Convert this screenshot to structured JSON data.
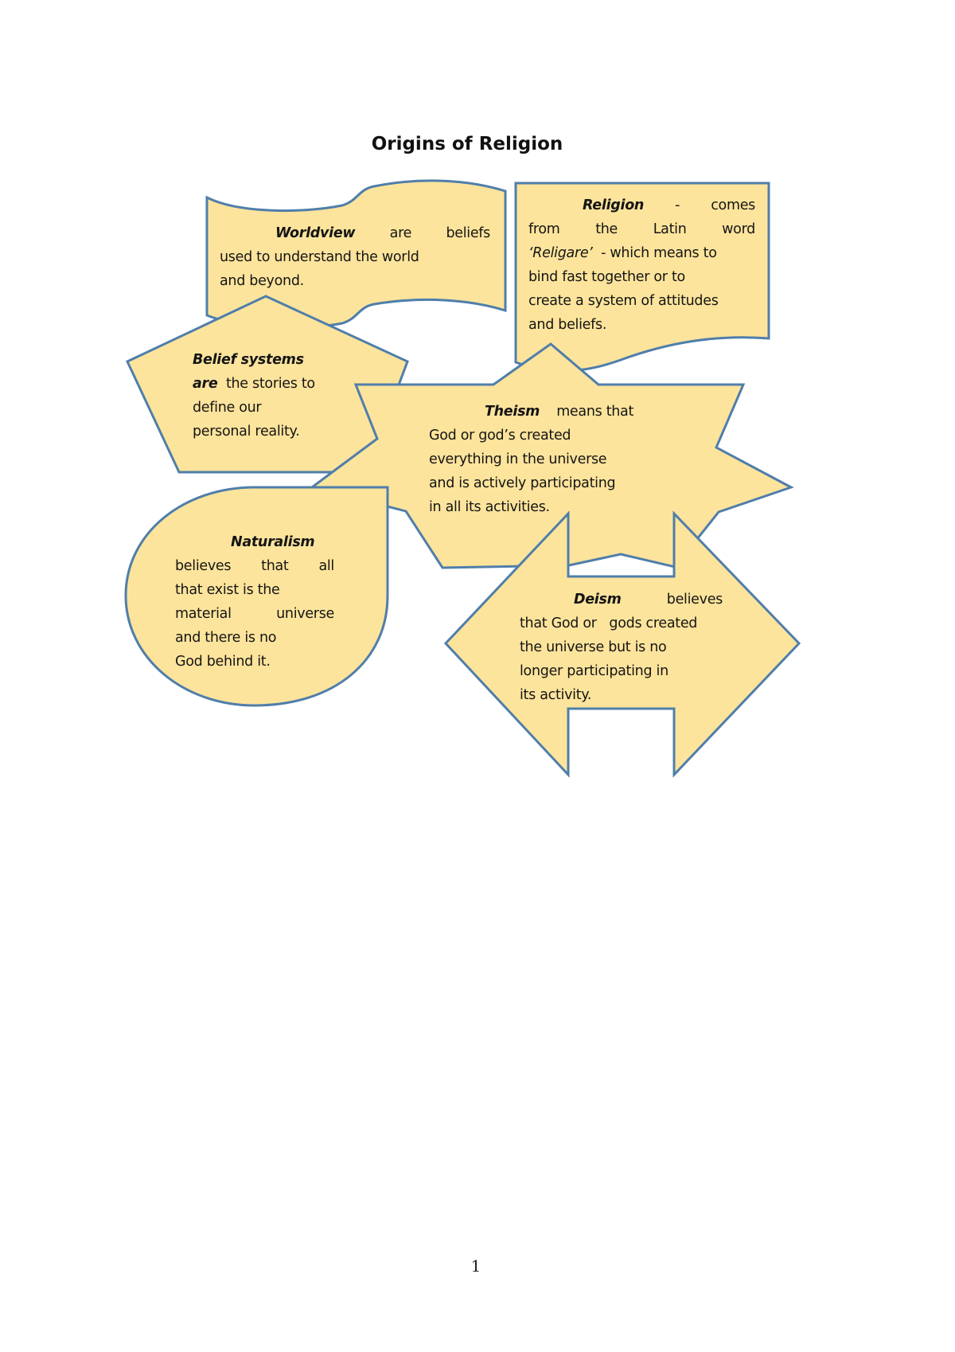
{
  "document": {
    "title": "Origins of Religion",
    "page_number": "1",
    "colors": {
      "shape_fill": "#fde49c",
      "shape_border": "#4f7eaa",
      "text": "#151515"
    }
  },
  "shapes": {
    "worldview": {
      "shape": "wave-banner",
      "keyword": "Worldview",
      "line1_rest_a": "are",
      "line1_rest_b": "beliefs",
      "line2": "used to understand the world",
      "line3": "and beyond."
    },
    "religion": {
      "shape": "document",
      "keyword": "Religion",
      "line1_dash": "-",
      "line1_rest": "comes",
      "line2": [
        "from",
        "the",
        "Latin",
        "word"
      ],
      "line3_italic": "‘Religare’",
      "line3_rest": "- which means to",
      "line4": "bind fast together or to",
      "line5": "create a system of attitudes",
      "line6": "and beliefs."
    },
    "belief_systems": {
      "shape": "pentagon",
      "keyword": "Belief systems",
      "line2_keyword": "are",
      "line2_rest": "the stories to",
      "line3": "define our",
      "line4": "personal reality."
    },
    "theism": {
      "shape": "8-point-star",
      "keyword": "Theism",
      "line1_rest": "means that",
      "line2": "God or god’s created",
      "line3": "everything in the universe",
      "line4": "and is actively participating",
      "line5": "in all its activities."
    },
    "naturalism": {
      "shape": "teardrop",
      "keyword": "Naturalism",
      "line2": [
        "believes",
        "that",
        "all"
      ],
      "line3": "that exist is the",
      "line4": [
        "material",
        "universe"
      ],
      "line5": "and there is no",
      "line6": "God behind it."
    },
    "deism": {
      "shape": "left-right-arrow",
      "keyword": "Deism",
      "line1_rest": "believes",
      "line2": "that God or   gods created",
      "line3": "the universe but is no",
      "line4": "longer participating in",
      "line5": "its activity."
    }
  }
}
